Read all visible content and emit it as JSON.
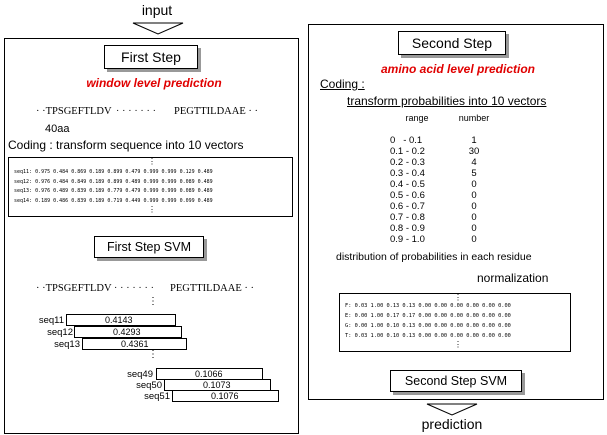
{
  "input_label": "input",
  "output_label": "prediction",
  "first_step": {
    "title": "First Step",
    "subtitle": "window level prediction",
    "seq_left": "TPSGEFTLDV",
    "seq_dots": "· · · · · · ·",
    "seq_right": "PEGTTILDAAE",
    "window_size": "40aa",
    "coding_label": "Coding : transform sequence into 10 vectors",
    "vectors": [
      {
        "name": "seq11:",
        "values": "0.975 0.484 0.869 0.189 0.899 0.479 0.999 0.999 0.129 0.489"
      },
      {
        "name": "seq12:",
        "values": "0.976 0.484 0.849 0.189 0.899 0.489 0.999 0.999 0.089 0.489"
      },
      {
        "name": "seq13:",
        "values": "0.976 0.489 0.839 0.189 0.779 0.479 0.999 0.999 0.089 0.489"
      },
      {
        "name": "seq14:",
        "values": "0.189 0.486 0.839 0.189 0.719 0.449 0.999 0.999 0.099 0.489"
      }
    ],
    "svm_label": "First Step SVM",
    "results": [
      {
        "name": "seq11",
        "value": "0.4143"
      },
      {
        "name": "seq12",
        "value": "0.4293"
      },
      {
        "name": "seq13",
        "value": "0.4361"
      },
      {
        "name": "seq49",
        "value": "0.1066"
      },
      {
        "name": "seq50",
        "value": "0.1073"
      },
      {
        "name": "seq51",
        "value": "0.1076"
      }
    ]
  },
  "second_step": {
    "title": "Second Step",
    "subtitle": "amino acid level prediction",
    "coding_label": "Coding :",
    "coding_desc": "transform probabilities into 10 vectors",
    "table_headers": [
      "range",
      "number"
    ],
    "table_rows": [
      {
        "range": "0   - 0.1",
        "number": "1"
      },
      {
        "range": "0.1 - 0.2",
        "number": "30"
      },
      {
        "range": "0.2 - 0.3",
        "number": "4"
      },
      {
        "range": "0.3 - 0.4",
        "number": "5"
      },
      {
        "range": "0.4 - 0.5",
        "number": "0"
      },
      {
        "range": "0.5 - 0.6",
        "number": "0"
      },
      {
        "range": "0.6 - 0.7",
        "number": "0"
      },
      {
        "range": "0.7 - 0.8",
        "number": "0"
      },
      {
        "range": "0.8 - 0.9",
        "number": "0"
      },
      {
        "range": "0.9 - 1.0",
        "number": "0"
      }
    ],
    "distribution_label": "distribution of probabilities in each residue",
    "normalization_label": "normalization",
    "vectors": [
      {
        "name": "F:",
        "values": "0.03 1.00 0.13 0.13 0.00 0.00 0.00 0.00 0.00 0.00"
      },
      {
        "name": "E:",
        "values": "0.00 1.00 0.17 0.17 0.00 0.00 0.00 0.00 0.00 0.00"
      },
      {
        "name": "G:",
        "values": "0.00 1.00 0.10 0.13 0.00 0.00 0.00 0.00 0.00 0.00"
      },
      {
        "name": "T:",
        "values": "0.03 1.00 0.10 0.13 0.00 0.00 0.00 0.00 0.00 0.00"
      }
    ],
    "svm_label": "Second Step SVM"
  }
}
